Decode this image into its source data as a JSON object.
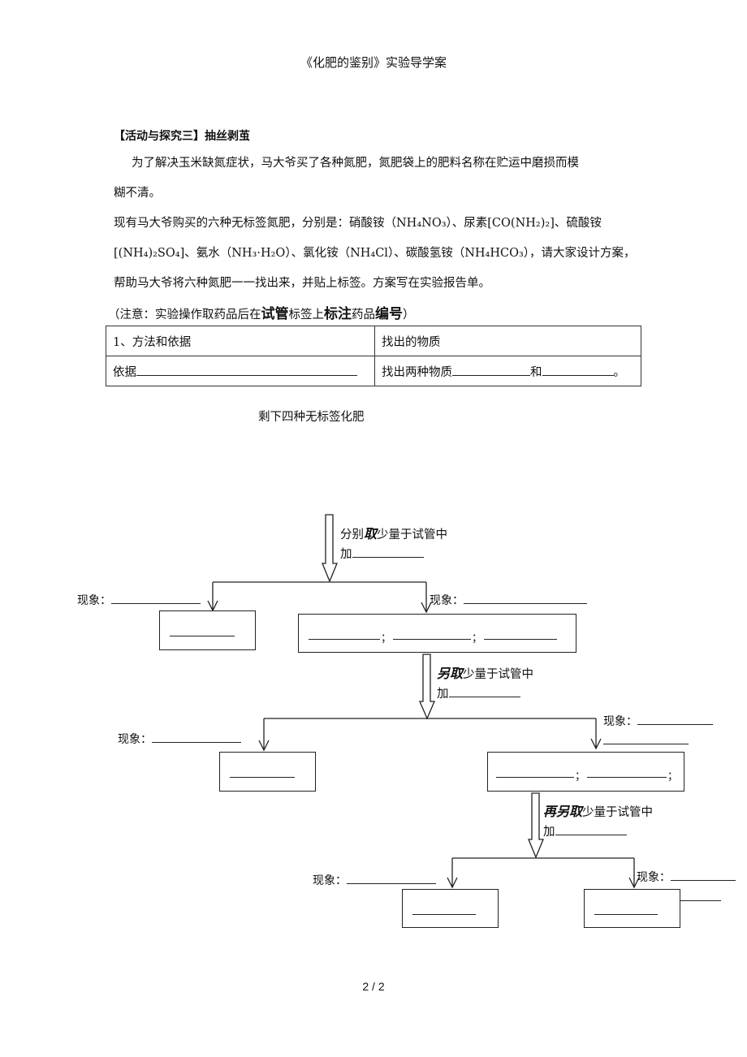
{
  "doc": {
    "title": "《化肥的鉴别》实验导学案",
    "heading": "【活动与探究三】抽丝剥茧",
    "para1_line1": "为了解决玉米缺氮症状，马大爷买了各种氮肥，氮肥袋上的肥料名称在贮运中磨损而模",
    "para1_line2": "糊不清。",
    "para2_line1": "现有马大爷购买的六种无标签氮肥，分别是：硝酸铵（NH₄NO₃）、尿素[CO(NH₂)₂]、硫酸铵",
    "para2_line2": "[(NH₄)₂SO₄]、氨水（NH₃·H₂O）、氯化铵（NH₄Cl）、碳酸氢铵（NH₄HCO₃），请大家设计方案，",
    "para2_line3": "帮助马大爷将六种氮肥一一找出来，并贴上标签。方案写在实验报告单。",
    "note": {
      "part1": "（注意：实验操作取药品后在",
      "bold1": "试管",
      "part2": "标签上",
      "bold2": "标注",
      "part3": "药品",
      "bold3": "编号",
      "part4": "）"
    }
  },
  "table": {
    "r1c1": "1、方法和依据",
    "r1c2": "找出的物质",
    "r2c1": "依据",
    "r2c2_a": "找出两种物质",
    "r2c2_b": "和",
    "r2c2_c": "。"
  },
  "flow": {
    "remaining": "剩下四种无标签化肥",
    "step1": {
      "prefix": "分别",
      "bold": "取",
      "suffix": "少量于试管中",
      "add": "加"
    },
    "step2": {
      "bold": "另取",
      "suffix": "少量于试管中",
      "add": "加"
    },
    "step3": {
      "bold": "再另取",
      "suffix": "少量于试管中",
      "add": "加"
    },
    "phenomenon": "现象：",
    "semicolon": "；"
  },
  "footer": {
    "page": "2 / 2"
  }
}
